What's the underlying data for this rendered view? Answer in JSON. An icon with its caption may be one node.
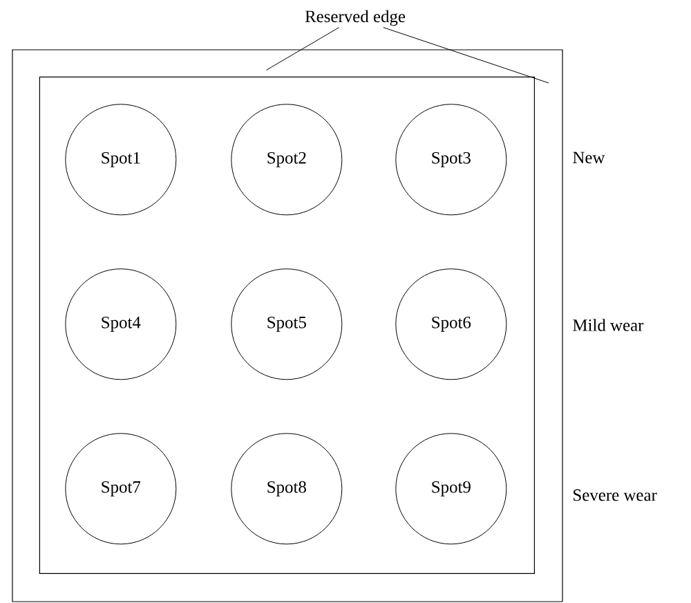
{
  "diagram": {
    "nodes": [
      {
        "text": [],
        "shape": "box"
      },
      {
        "text": [],
        "shape": "box",
        "in": 0
      },
      {
        "text": [
          "Spot1"
        ],
        "in": 1
      },
      {
        "text": [
          "Spot2"
        ],
        "in": 1
      },
      {
        "text": [
          "Spot3"
        ],
        "in": 1
      },
      {
        "text": [
          "Spot4"
        ],
        "in": 1
      },
      {
        "text": [
          "Spot5"
        ],
        "in": 1
      },
      {
        "text": [
          "Spot6"
        ],
        "in": 1
      },
      {
        "text": [
          "Spot7"
        ],
        "in": 1
      },
      {
        "text": [
          "Spot8"
        ],
        "in": 1
      },
      {
        "text": [
          "Spot9"
        ],
        "in": 1
      },
      {
        "text": [
          "Reserved edge"
        ]
      }
    ],
    "edges": [
      {
        "from": 11,
        "to": 1,
        "arrow": "none"
      },
      {
        "from": 11,
        "to": 0,
        "arrow": "none"
      }
    ],
    "labels": [
      "New",
      "Mild wear",
      "Severe wear"
    ]
  }
}
